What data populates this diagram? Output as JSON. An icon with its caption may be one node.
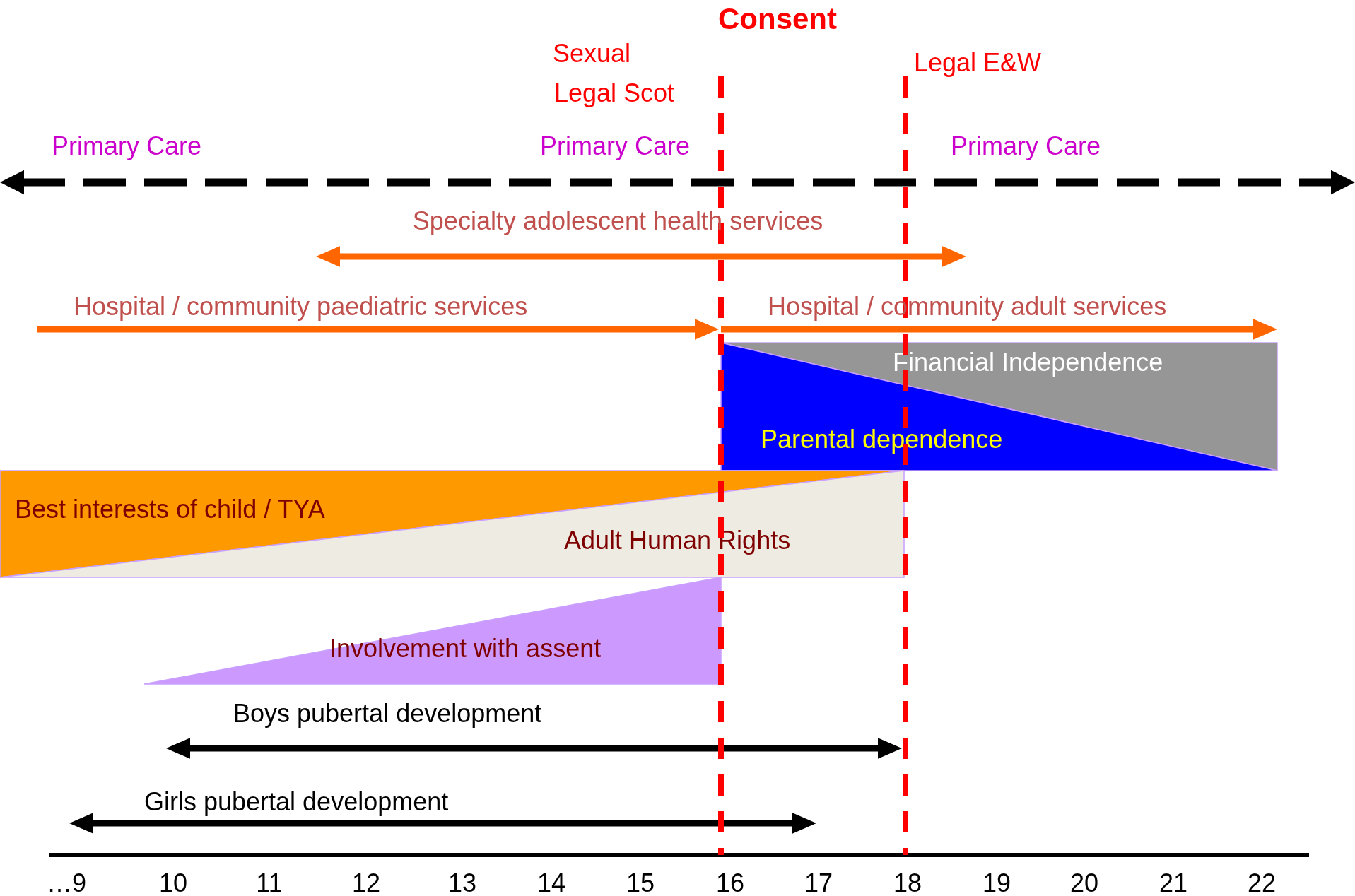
{
  "diagram": {
    "nodes": [
      {
        "text": [
          "Financial Independence"
        ]
      },
      {
        "text": [
          "Parental dependence"
        ]
      },
      {
        "text": [
          "Best interests of child / TYA"
        ]
      },
      {
        "text": [
          "Adult Human Rights"
        ]
      },
      {
        "text": [
          "Involvement with assent"
        ]
      }
    ],
    "labels": [
      "Consent",
      "Sexual",
      "Legal Scot",
      "Legal E&W",
      "Primary Care",
      "Primary Care",
      "Primary Care",
      "Specialty adolescent health services",
      "Hospital / community paediatric services",
      "Hospital / community adult services",
      "Boys pubertal development",
      "Girls pubertal development",
      "…9",
      "10",
      "11",
      "12",
      "13",
      "14",
      "15",
      "16",
      "17",
      "18",
      "19",
      "20",
      "21",
      "22"
    ]
  }
}
